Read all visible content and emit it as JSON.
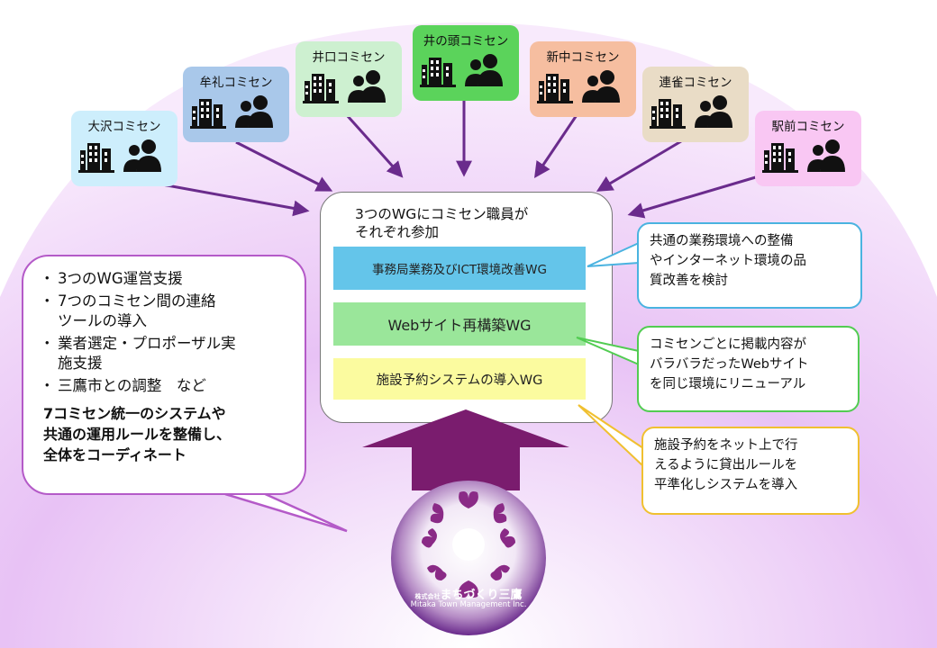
{
  "community_centers": [
    {
      "name": "大沢コミセン",
      "bg": "#cdeefc",
      "icon": "building-icon"
    },
    {
      "name": "牟礼コミセン",
      "bg": "#a9c8ea",
      "icon": "building-icon"
    },
    {
      "name": "井口コミセン",
      "bg": "#cdf0d0",
      "icon": "building-icon"
    },
    {
      "name": "井の頭コミセン",
      "bg": "#5bd35b",
      "icon": "building-icon"
    },
    {
      "name": "新中コミセン",
      "bg": "#f6bea0",
      "icon": "building-icon"
    },
    {
      "name": "連雀コミセン",
      "bg": "#e9dcc6",
      "icon": "building-icon"
    },
    {
      "name": "駅前コミセン",
      "bg": "#f9c7f3",
      "icon": "building-icon"
    }
  ],
  "center": {
    "title": "3つのWGにコミセン職員が\nそれぞれ参加",
    "working_groups": [
      {
        "label": "事務局業務及びICT環境改善WG",
        "color": "#64c5ea"
      },
      {
        "label": "Webサイト再構築WG",
        "color": "#9ae69a"
      },
      {
        "label": "施設予約システムの導入WG",
        "color": "#fbfb9f"
      }
    ]
  },
  "callouts": [
    {
      "text": "共通の業務環境への整備\nやインターネット環境の品\n質改善を検討",
      "border": "#4ab3e0"
    },
    {
      "text": "コミセンごとに掲載内容が\nバラバラだったWebサイト\nを同じ環境にリニューアル",
      "border": "#52cc52"
    },
    {
      "text": "施設予約をネット上で行\nえるように貸出ルールを\n平準化しシステムを導入",
      "border": "#f0c030"
    }
  ],
  "left_box": {
    "bullets": [
      "3つのWG運営支援",
      "7つのコミセン間の連絡\nツールの導入",
      "業者選定・プロポーザル実\n施支援",
      "三鷹市との調整　など"
    ],
    "summary": "7コミセン統一のシステムや\n共通の運用ルールを整備し、\n全体をコーディネート"
  },
  "logo": {
    "name": "株式\n会社まちづくり三鷹",
    "prefix": "株式会社",
    "main": "まちづくり三鷹",
    "english": "Mitaka Town Management Inc."
  },
  "colors": {
    "arrow": "#6a2b8c",
    "big_arrow": "#7a1c6e",
    "fan": "#e3b3f2",
    "left_border": "#b45ac8"
  }
}
